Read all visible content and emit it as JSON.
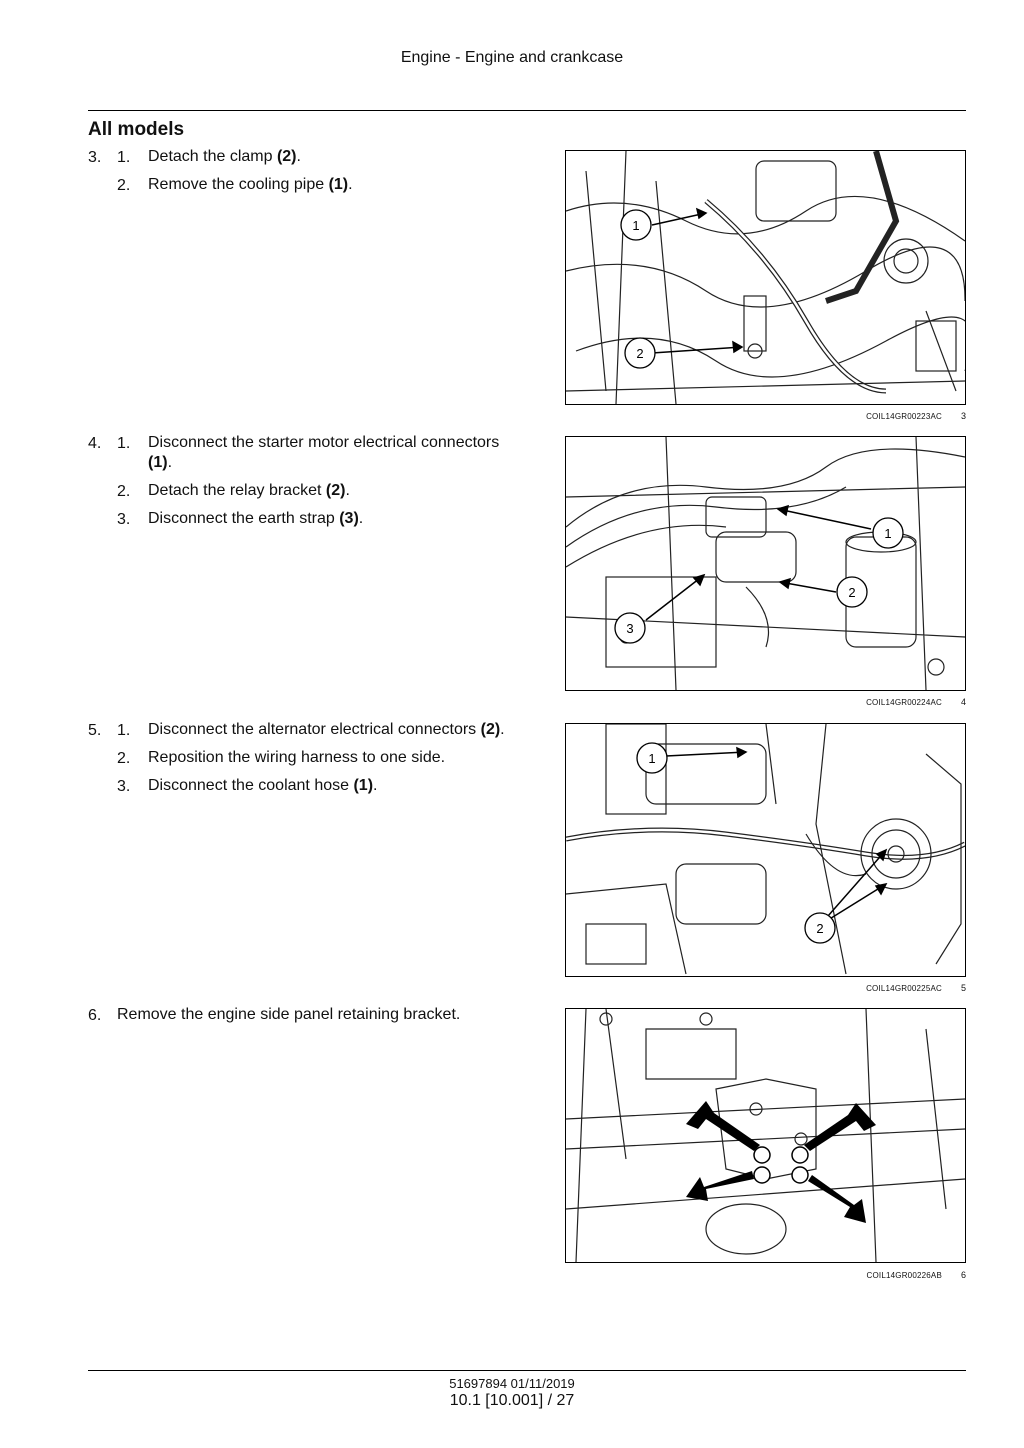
{
  "header": {
    "title": "Engine - Engine and crankcase"
  },
  "section": {
    "title": "All models"
  },
  "steps": [
    {
      "number": "3.",
      "substeps": [
        {
          "number": "1.",
          "text": "Detach the clamp ",
          "ref": "(2)",
          "end": "."
        },
        {
          "number": "2.",
          "text": "Remove the cooling pipe ",
          "ref": "(1)",
          "end": "."
        }
      ],
      "figure": {
        "code": "COIL14GR00223AC",
        "number": "3",
        "callouts": [
          "1",
          "2"
        ]
      }
    },
    {
      "number": "4.",
      "substeps": [
        {
          "number": "1.",
          "text": "Disconnect the starter motor electrical connectors",
          "ref": "(1)",
          "end": "."
        },
        {
          "number": "2.",
          "text": "Detach the relay bracket ",
          "ref": "(2)",
          "end": "."
        },
        {
          "number": "3.",
          "text": "Disconnect the earth strap ",
          "ref": "(3)",
          "end": "."
        }
      ],
      "figure": {
        "code": "COIL14GR00224AC",
        "number": "4",
        "callouts": [
          "1",
          "2",
          "3"
        ]
      }
    },
    {
      "number": "5.",
      "substeps": [
        {
          "number": "1.",
          "text": "Disconnect the alternator electrical connectors ",
          "ref": "(2)",
          "end": "."
        },
        {
          "number": "2.",
          "text": "Reposition the wiring harness to one side.",
          "ref": "",
          "end": ""
        },
        {
          "number": "3.",
          "text": "Disconnect the coolant hose ",
          "ref": "(1)",
          "end": "."
        }
      ],
      "figure": {
        "code": "COIL14GR00225AC",
        "number": "5",
        "callouts": [
          "1",
          "2"
        ]
      }
    },
    {
      "number": "6.",
      "text": "Remove the engine side panel retaining bracket.",
      "figure": {
        "code": "COIL14GR00226AB",
        "number": "6"
      }
    }
  ],
  "footer": {
    "doc": "51697894 01/11/2019",
    "page": "10.1 [10.001] / 27"
  }
}
